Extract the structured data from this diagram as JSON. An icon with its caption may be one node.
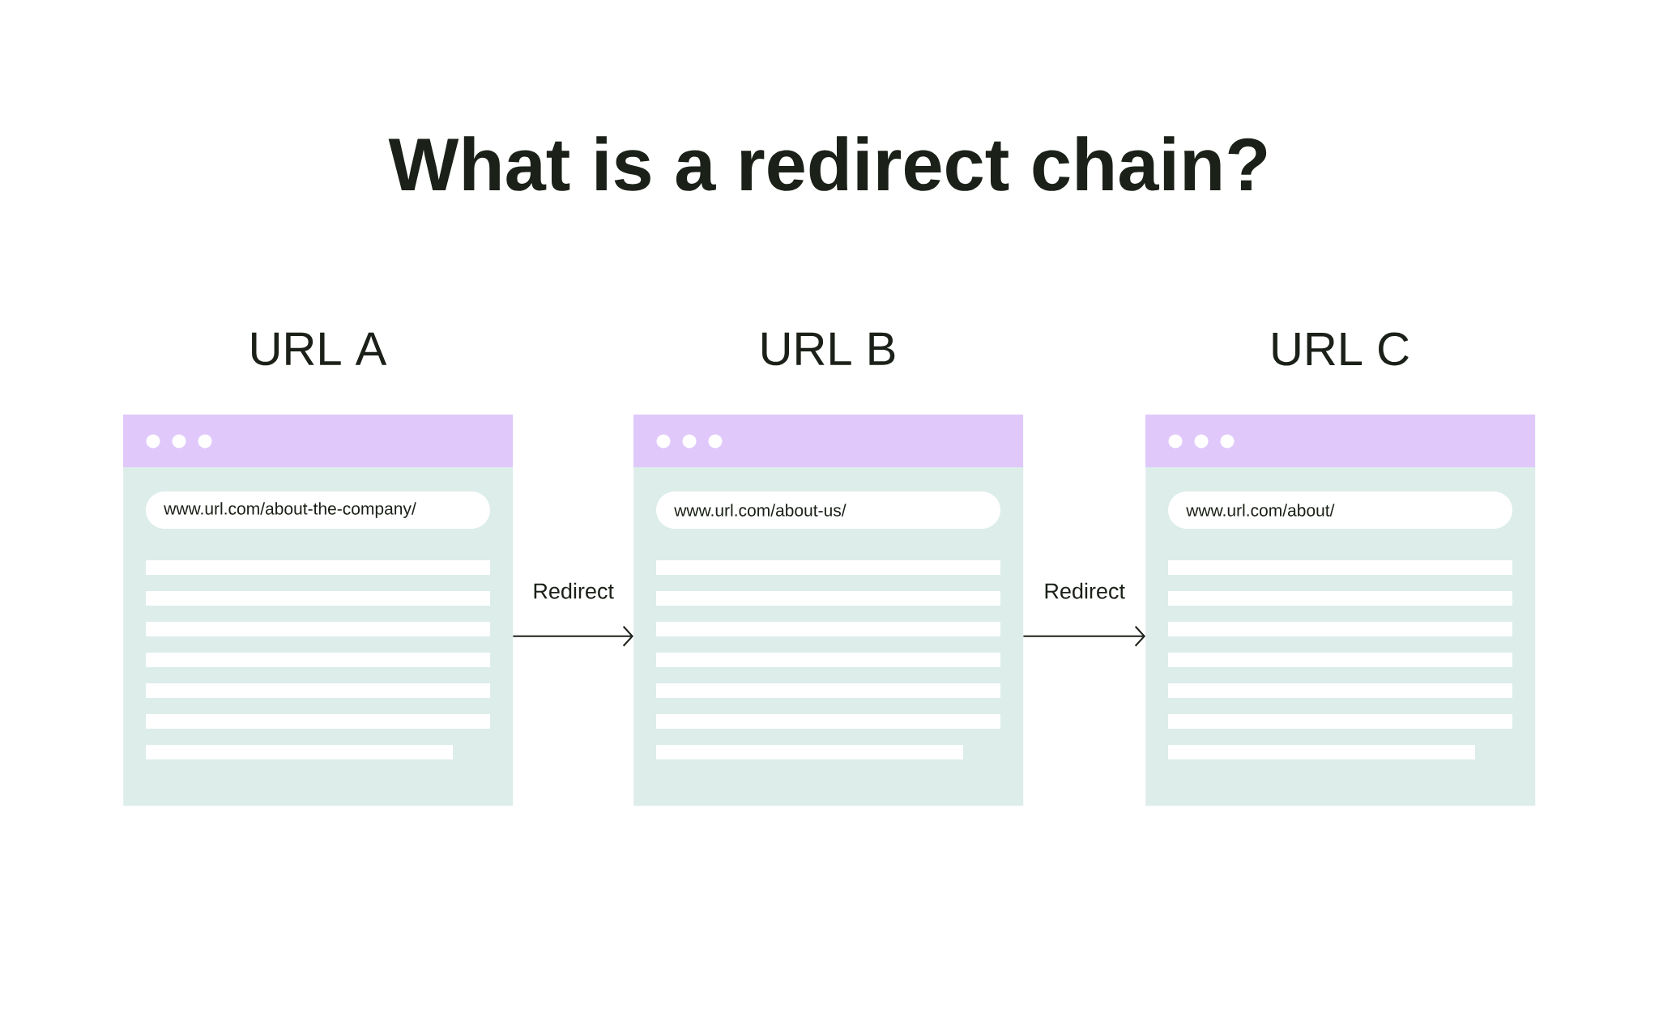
{
  "diagram": {
    "title": "What is a redirect chain?",
    "nodes": [
      {
        "text": [
          "URL A",
          "www.url.com/about-the-company/"
        ]
      },
      {
        "text": [
          "URL B",
          "www.url.com/about-us/"
        ]
      },
      {
        "text": [
          "URL C",
          "www.url.com/about/"
        ]
      }
    ],
    "edges": [
      {
        "from": 0,
        "to": 1,
        "arrow": "to",
        "label": "Redirect"
      },
      {
        "from": 1,
        "to": 2,
        "arrow": "to",
        "label": "Redirect"
      }
    ]
  }
}
